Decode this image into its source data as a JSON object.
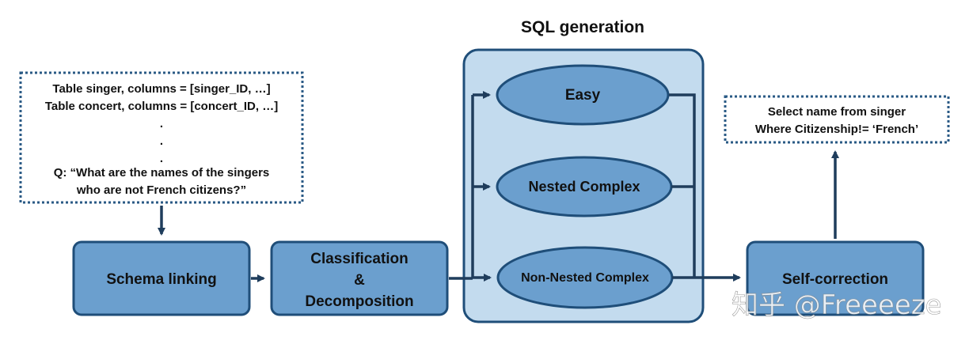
{
  "title": "SQL generation",
  "input_box": {
    "lines": [
      "Table singer, columns = [singer_ID, …]",
      "Table concert, columns = [concert_ID, …]",
      ".",
      ".",
      ".",
      "Q: “What are the names of the singers",
      "who are not French citizens?”"
    ]
  },
  "output_box": {
    "lines": [
      "Select name from singer",
      "Where Citizenship!= ‘French’"
    ]
  },
  "stages": {
    "schema_linking": "Schema linking",
    "classification": [
      "Classification",
      "&",
      "Decomposition"
    ],
    "self_correction": "Self-correction"
  },
  "sql_classes": {
    "easy": "Easy",
    "nested": "Nested Complex",
    "non_nested": "Non-Nested Complex"
  },
  "watermark": "知乎 @Freeeeze",
  "colors": {
    "box_fill": "#6b9fce",
    "box_stroke": "#1f4e79",
    "panel_fill": "#c3dbee",
    "arrow": "#1f3d5c",
    "dotted_border": "#2a5a85"
  }
}
